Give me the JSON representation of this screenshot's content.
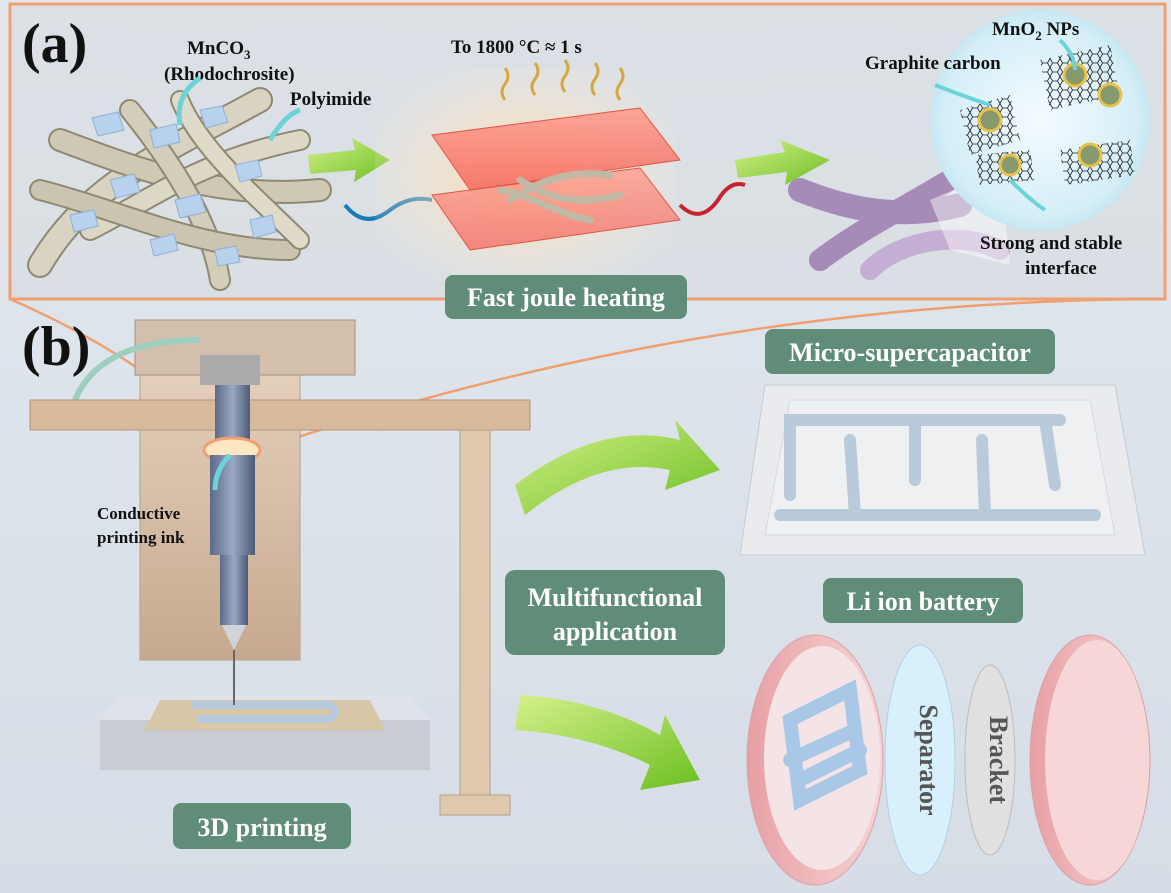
{
  "panel_a": {
    "label": "(a)",
    "mnco3": "MnCO",
    "mnco3_sub": "3",
    "rhodochrosite": "(Rhodochrosite)",
    "polyimide": "Polyimide",
    "heat": "To 1800 °C ≈ 1 s",
    "mno2_a": "MnO",
    "mno2_sub": "2",
    "mno2_b": " NPs",
    "graphite": "Graphite carbon",
    "interface_1": "Strong and stable",
    "interface_2": "interface",
    "step": "Fast joule heating"
  },
  "panel_b": {
    "label": "(b)",
    "ink_1": "Conductive",
    "ink_2": "printing ink",
    "printing": "3D printing",
    "multi_1": "Multifunctional",
    "multi_2": "application",
    "msc": "Micro-supercapacitor",
    "libattery": "Li ion battery",
    "separator": "Separator",
    "bracket": "Bracket"
  },
  "colors": {
    "tag_fill": "#5f8d77",
    "frame": "#f0a070",
    "arrow_green": "#8fd23a",
    "arrow_cyan": "#6cd4d9",
    "fiber": "#cfc8b3",
    "crystal": "#b8d2ee"
  }
}
